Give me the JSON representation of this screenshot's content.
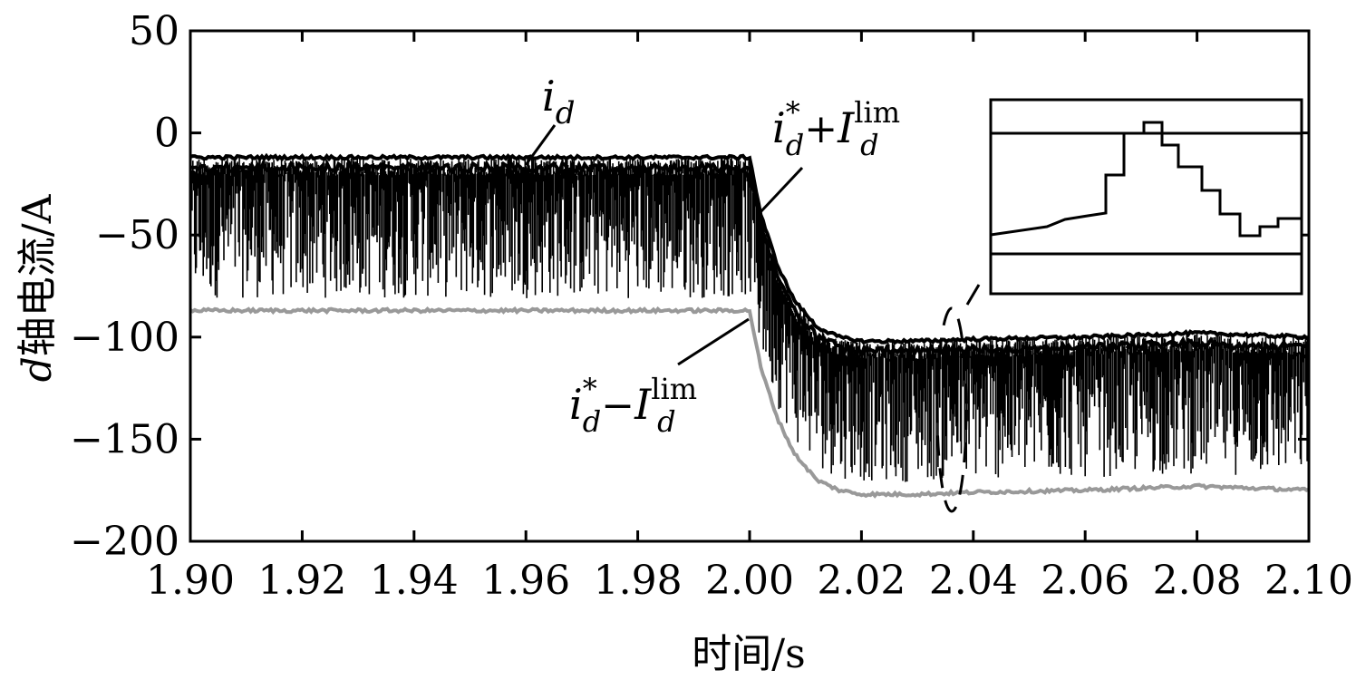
{
  "chart_data": {
    "type": "line",
    "xlabel": "时间/s",
    "ylabel_italic": "d",
    "ylabel_rest": "轴电流/A",
    "xlim": [
      1.9,
      2.1
    ],
    "ylim": [
      -200,
      50
    ],
    "x_ticks": [
      "1.90",
      "1.92",
      "1.94",
      "1.96",
      "1.98",
      "2.00",
      "2.02",
      "2.04",
      "2.06",
      "2.08",
      "2.10"
    ],
    "y_ticks": [
      "50",
      "0",
      "−50",
      "−100",
      "−150",
      "−200"
    ],
    "step_time": 2.0,
    "band_width": 75,
    "series": [
      {
        "name": "i_d* + I_d^lim",
        "color": "#000000",
        "x": [
          1.9,
          2.0,
          2.002,
          2.005,
          2.008,
          2.012,
          2.016,
          2.02,
          2.03,
          2.04,
          2.06,
          2.08,
          2.1
        ],
        "y": [
          -12,
          -12,
          -40,
          -65,
          -82,
          -95,
          -100,
          -102,
          -102,
          -101,
          -100,
          -98,
          -100
        ]
      },
      {
        "name": "i_d* − I_d^lim",
        "color": "#999999",
        "x": [
          1.9,
          2.0,
          2.002,
          2.005,
          2.008,
          2.012,
          2.016,
          2.02,
          2.03,
          2.04,
          2.06,
          2.08,
          2.1
        ],
        "y": [
          -87,
          -87,
          -115,
          -140,
          -157,
          -170,
          -175,
          -177,
          -177,
          -176,
          -175,
          -173,
          -175
        ]
      },
      {
        "name": "i_d",
        "color": "#000000"
      }
    ],
    "annotations": {
      "id": {
        "main": "i",
        "sub": "d"
      },
      "upper": {
        "main": "i",
        "sup": "*",
        "sub": "d",
        "op": "+",
        "main2": "I",
        "sup2": "lim",
        "sub2": "d"
      },
      "lower": {
        "main": "i",
        "sup": "*",
        "sub": "d",
        "op": "−",
        "main2": "I",
        "sup2": "lim",
        "sub2": "d"
      }
    },
    "inset_zoom_time": 2.037
  }
}
